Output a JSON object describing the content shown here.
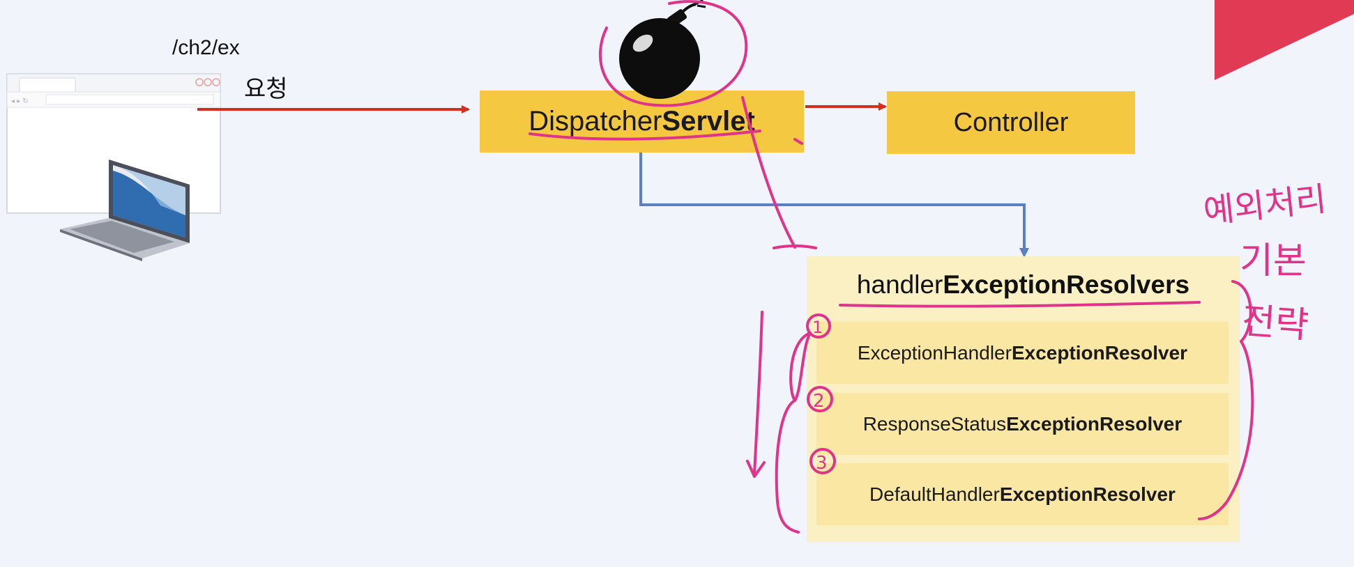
{
  "request": {
    "url": "/ch2/ex",
    "label": "요청"
  },
  "dispatcher": {
    "label_normal": "Dispatcher",
    "label_bold": "Servlet"
  },
  "controller": {
    "label": "Controller"
  },
  "resolvers": {
    "title_normal": "handler",
    "title_bold": "ExceptionResolvers",
    "items": [
      {
        "normal": "ExceptionHandler",
        "bold": "ExceptionResolver",
        "marker": "1"
      },
      {
        "normal": "ResponseStatus",
        "bold": "ExceptionResolver",
        "marker": "2"
      },
      {
        "normal": "DefaultHandler",
        "bold": "ExceptionResolver",
        "marker": "3"
      }
    ]
  },
  "annotation": {
    "text": "예외처리 기본 전략"
  },
  "colors": {
    "background": "#f2f4fc",
    "box": "#f5c842",
    "panel": "#fbf0c4",
    "item": "#fae7a3",
    "red_arrow": "#d42e22",
    "blue_line": "#5b7fc2",
    "pen": "#e0338a",
    "corner": "#e03a54"
  },
  "icons": [
    "browser-window-icon",
    "laptop-icon",
    "bomb-icon"
  ]
}
